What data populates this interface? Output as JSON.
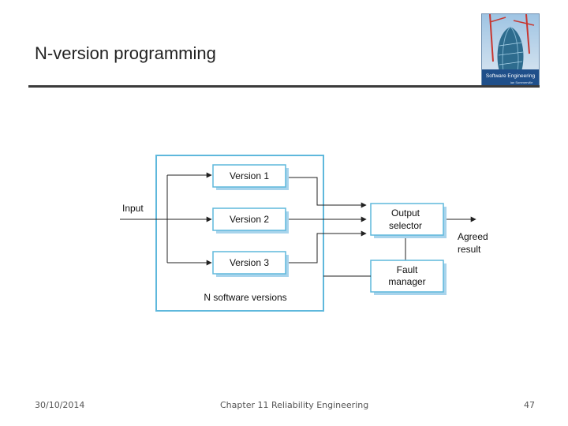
{
  "slide": {
    "title": "N-version programming"
  },
  "cover": {
    "title_lines": [
      "Software Engineering"
    ],
    "author": "Ian Sommerville"
  },
  "diagram": {
    "input_label": "Input",
    "versions": [
      "Version 1",
      "Version 2",
      "Version 3"
    ],
    "group_label": "N software versions",
    "output_selector": [
      "Output",
      "selector"
    ],
    "fault_manager": [
      "Fault",
      "manager"
    ],
    "result_label": [
      "Agreed",
      "result"
    ]
  },
  "footer": {
    "date": "30/10/2014",
    "chapter": "Chapter 11 Reliability Engineering",
    "page": "47"
  },
  "colors": {
    "frame_border": "#5fb8dc",
    "box_border": "#5fb8dc",
    "box_shadow": "#a8d4ec",
    "line": "#222222"
  }
}
